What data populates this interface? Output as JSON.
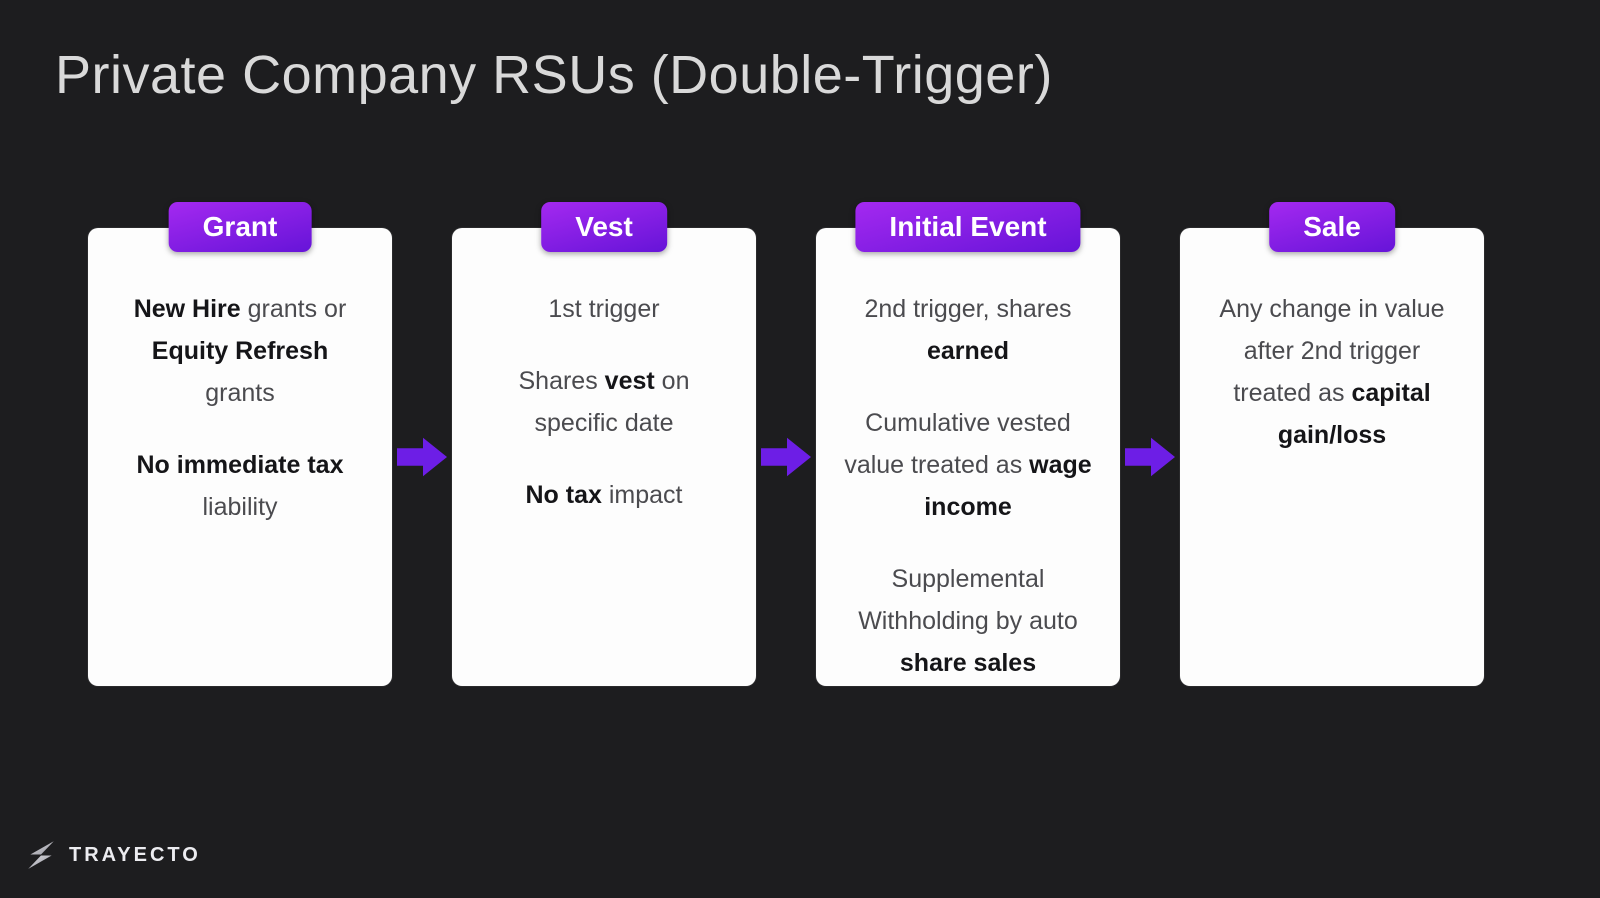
{
  "page": {
    "title": "Private Company RSUs (Double-Trigger)"
  },
  "colors": {
    "background": "#1d1d1f",
    "card_bg": "#fdfdfd",
    "badge_gradient_start": "#a429f0",
    "badge_gradient_end": "#6614d8",
    "arrow": "#6d1ee6",
    "title_text": "#d9d9d9",
    "body_text": "#4b4b4f",
    "body_text_bold": "#151518"
  },
  "cards": [
    {
      "title": "Grant",
      "paragraphs": [
        [
          {
            "text": "New Hire",
            "bold": true
          },
          {
            "text": " grants or ",
            "bold": false
          },
          {
            "text": "Equity Refresh",
            "bold": true
          },
          {
            "text": " grants",
            "bold": false
          }
        ],
        [
          {
            "text": "No immediate tax",
            "bold": true
          },
          {
            "text": " liability",
            "bold": false
          }
        ]
      ]
    },
    {
      "title": "Vest",
      "paragraphs": [
        [
          {
            "text": "1st trigger",
            "bold": false
          }
        ],
        [
          {
            "text": "Shares ",
            "bold": false
          },
          {
            "text": "vest",
            "bold": true
          },
          {
            "text": " on specific date",
            "bold": false
          }
        ],
        [
          {
            "text": "No tax",
            "bold": true
          },
          {
            "text": " impact",
            "bold": false
          }
        ]
      ]
    },
    {
      "title": "Initial Event",
      "paragraphs": [
        [
          {
            "text": "2nd trigger, shares ",
            "bold": false
          },
          {
            "text": "earned",
            "bold": true
          }
        ],
        [
          {
            "text": "Cumulative vested value treated as ",
            "bold": false
          },
          {
            "text": "wage income",
            "bold": true
          }
        ],
        [
          {
            "text": "Supplemental Withholding by auto ",
            "bold": false
          },
          {
            "text": "share sales",
            "bold": true
          }
        ]
      ]
    },
    {
      "title": "Sale",
      "paragraphs": [
        [
          {
            "text": "Any change in value after 2nd trigger treated as ",
            "bold": false
          },
          {
            "text": "capital gain/loss",
            "bold": true
          }
        ]
      ]
    }
  ],
  "brand": {
    "name": "TRAYECTO",
    "icon": "trayecto-logo"
  }
}
